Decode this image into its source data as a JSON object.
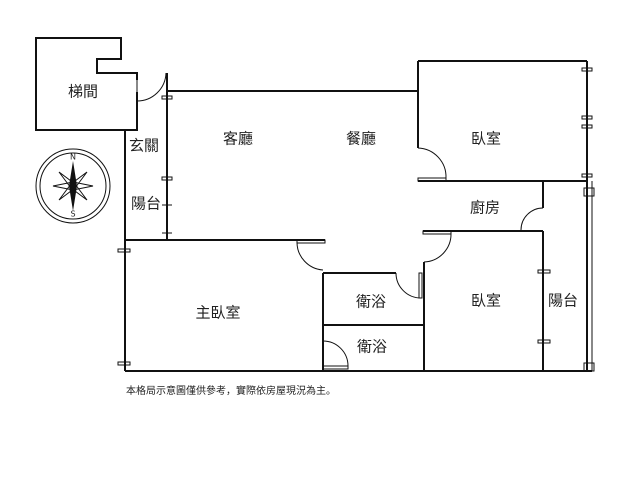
{
  "rooms": {
    "stairwell": "梯間",
    "entrance": "玄關",
    "balcony_left": "陽台",
    "living_room": "客廳",
    "dining_room": "餐廳",
    "bedroom_top": "臥室",
    "kitchen": "廚房",
    "bathroom_1": "衛浴",
    "bathroom_2": "衛浴",
    "master_bedroom": "主臥室",
    "bedroom_bottom": "臥室",
    "balcony_right": "陽台"
  },
  "compass": {
    "north": "N",
    "south": "S"
  },
  "note": "本格局示意圖僅供參考，實際依房屋現況為主。"
}
